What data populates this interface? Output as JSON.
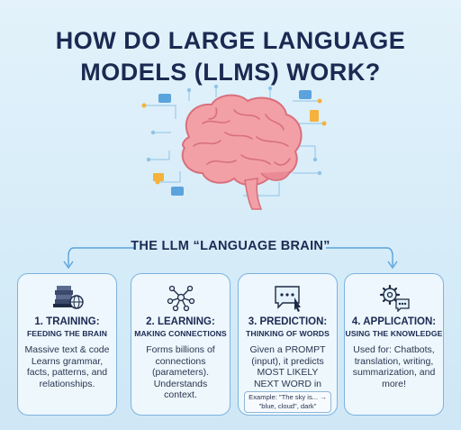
{
  "title_line1": "HOW DO LARGE LANGUAGE",
  "title_line2": "MODELS (LLMS) WORK?",
  "subtitle": "THE LLM “LANGUAGE BRAIN”",
  "colors": {
    "brain": "#f2a0a6",
    "brain_dark": "#d8707c",
    "accent": "#7fb3df",
    "title": "#1b2a52"
  },
  "cards": [
    {
      "icon": "books-globe-icon",
      "heading": "1. TRAINING:",
      "subheading": "FEEDING THE BRAIN",
      "body": "Massive text & code Learns grammar, facts, patterns, and relationships."
    },
    {
      "icon": "network-nodes-icon",
      "heading": "2. LEARNING:",
      "subheading": "MAKING CONNECTIONS",
      "body": "Forms billions of connections (parameters). Understands context."
    },
    {
      "icon": "chat-cursor-icon",
      "heading": "3. PREDICTION:",
      "subheading": "THINKING OF WORDS",
      "body": "Given a PROMPT (input), it predicts MOST LIKELY NEXT WORD in sequence.",
      "example": "Example: \"The sky is... → \"blue, cloud\", dark\""
    },
    {
      "icon": "gear-chat-icon",
      "heading": "4. APPLICATION:",
      "subheading": "USING THE KNOWLEDGE",
      "body": "Used for: Chatbots, translation, writing, summarization, and more!"
    }
  ]
}
